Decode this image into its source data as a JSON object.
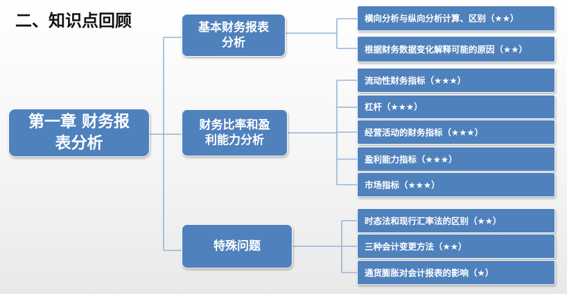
{
  "title": "二、知识点回顾",
  "root": {
    "label": "第一章  财务报表分析"
  },
  "branches": [
    {
      "label": "基本财务报表分析",
      "items": [
        "横向分析与纵向分析计算、区别（★★）",
        "根据财务数据变化解释可能的原因（★★）"
      ]
    },
    {
      "label": "财务比率和盈利能力分析",
      "items": [
        "流动性财务指标（★★★）",
        "杠杆（★★★）",
        "经营活动的财务指标（★★★）",
        "盈利能力指标（★★★）",
        "市场指标（★★★）"
      ]
    },
    {
      "label": "特殊问题",
      "items": [
        "时态法和现行汇率法的区别（★★）",
        "三种会计变更方法（★★）",
        "通货膨胀对会计报表的影响（★）"
      ]
    }
  ],
  "colors": {
    "node_fill": "#4f81bd",
    "connector": "#95b3d7",
    "text": "#ffffff"
  }
}
